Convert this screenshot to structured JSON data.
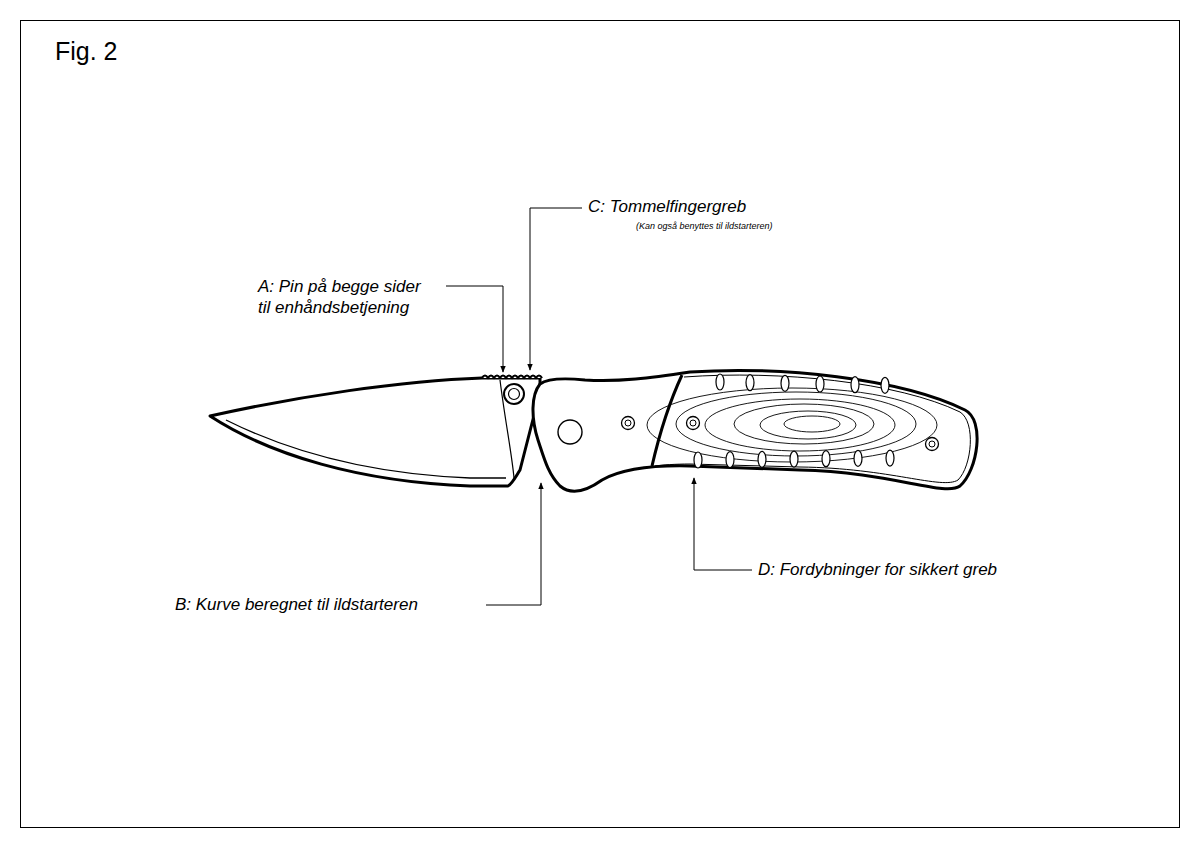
{
  "diagram": {
    "title": "Fig. 2",
    "labels": [
      "A: Pin på begge sider til enhåndsbetjening",
      "B: Kurve beregnet til ildstarteren",
      "C: Tommelfingergreb",
      "(Kan også benyttes til ildstarteren)",
      "D: Fordybninger for sikkert greb"
    ]
  }
}
